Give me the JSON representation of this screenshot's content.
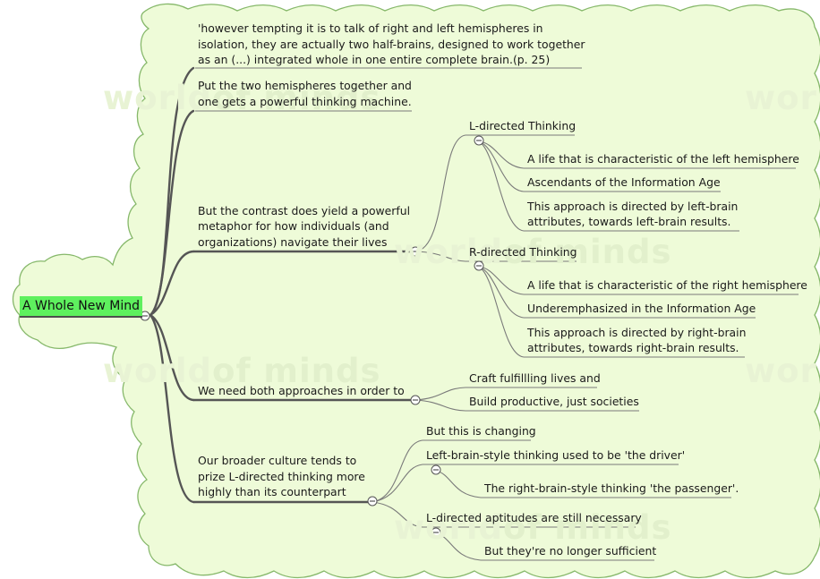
{
  "root": {
    "label": "A Whole New Mind"
  },
  "watermark": {
    "part1": "world",
    "part2": "of minds"
  },
  "colors": {
    "cloud_fill": "#eefbd8",
    "cloud_stroke": "#86b86a",
    "root_highlight": "#5ef05e",
    "branch": "#555555",
    "underline": "#7a7a7a"
  },
  "topics": {
    "quote": {
      "l1": "'however tempting it is to talk of right and left hemispheres in",
      "l2": "isolation, they are actually two half-brains, designed to work together",
      "l3": "as an (...) integrated whole in one entire complete brain.(p. 25)"
    },
    "together": {
      "l1": "Put the two hemispheres together and",
      "l2": "one gets a powerful thinking machine."
    },
    "contrast": {
      "l1": "But the contrast does yield a powerful",
      "l2": "metaphor for how individuals (and",
      "l3": "organizations) navigate their lives",
      "ldirected": {
        "label": "L-directed Thinking",
        "c1": "A life that is characteristic of the left hemisphere",
        "c2": "Ascendants of the Information Age",
        "c3a": "This approach is directed by left-brain",
        "c3b": "attributes, towards left-brain results."
      },
      "rdirected": {
        "label": "R-directed Thinking",
        "c1": "A life that is characteristic of the right hemisphere",
        "c2": "Underemphasized in the Information Age",
        "c3a": "This approach is directed by right-brain",
        "c3b": "attributes, towards right-brain results."
      }
    },
    "both": {
      "label": "We need both approaches in order to",
      "c1": "Craft fulfillling lives and",
      "c2": "Build productive, just societies"
    },
    "culture": {
      "l1": "Our broader culture tends to",
      "l2": "prize L-directed thinking more",
      "l3": "highly than its counterpart",
      "c1": "But this is changing",
      "c2": "Left-brain-style thinking used to be 'the driver'",
      "c2a": "The right-brain-style thinking 'the passenger'.",
      "c3": "L-directed aptitudes are still necessary",
      "c3a": "But they're no longer sufficient"
    }
  }
}
